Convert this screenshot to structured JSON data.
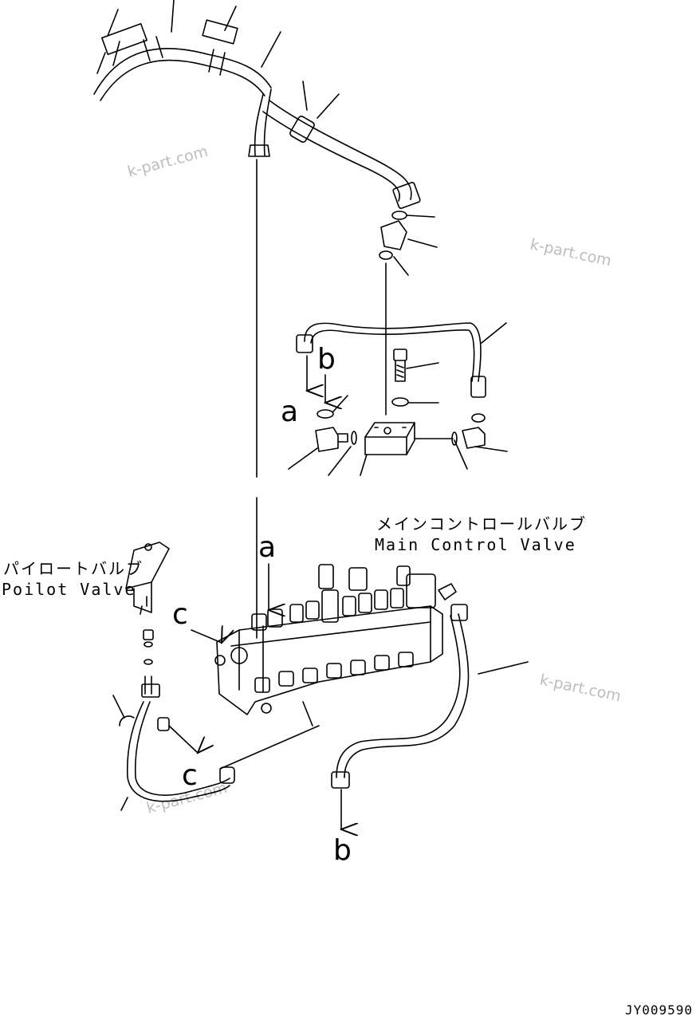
{
  "watermark": "k-part.com",
  "labels": {
    "main_valve_jp": "メインコントロールバルブ",
    "main_valve_en": "Main Control Valve",
    "pilot_valve_jp": "パイロートバルブ",
    "pilot_valve_en": "Poilot Valve"
  },
  "connection_refs": {
    "a": "a",
    "b": "b",
    "c": "c"
  },
  "drawing_code": "JY009590"
}
